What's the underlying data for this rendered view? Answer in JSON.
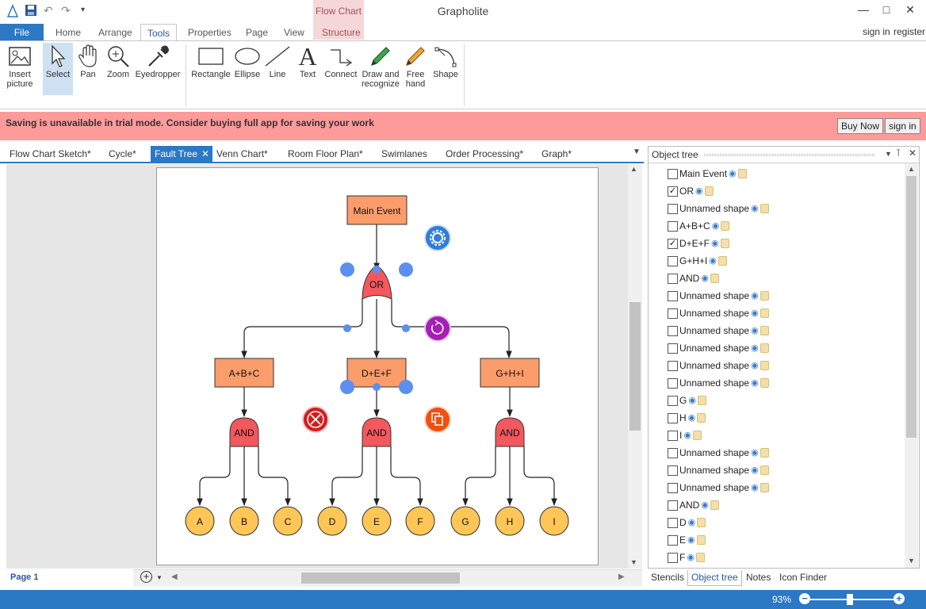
{
  "app": {
    "title": "Grapholite",
    "context_group": "Flow Chart"
  },
  "ribbon": {
    "file": "File",
    "tabs": [
      "Home",
      "Arrange",
      "Tools",
      "Properties",
      "Page",
      "View",
      "Structure"
    ],
    "active_tab": "Tools",
    "sign_in": "sign in",
    "register": "register",
    "tools": [
      {
        "label": "Insert\npicture",
        "icon": "picture-icon"
      },
      {
        "label": "Select",
        "icon": "arrow-cursor-icon",
        "selected": true
      },
      {
        "label": "Pan",
        "icon": "hand-icon"
      },
      {
        "label": "Zoom",
        "icon": "magnifier-icon"
      },
      {
        "label": "Eyedropper",
        "icon": "eyedropper-icon"
      },
      {
        "label": "Rectangle",
        "icon": "rectangle-icon"
      },
      {
        "label": "Ellipse",
        "icon": "ellipse-icon"
      },
      {
        "label": "Line",
        "icon": "line-icon"
      },
      {
        "label": "Text",
        "icon": "text-icon"
      },
      {
        "label": "Connect",
        "icon": "connector-icon"
      },
      {
        "label": "Draw and\nrecognize",
        "icon": "green-pen-icon"
      },
      {
        "label": "Free\nhand",
        "icon": "pencil-icon"
      },
      {
        "label": "Shape",
        "icon": "bezier-icon"
      }
    ]
  },
  "warning": {
    "text": "Saving is unavailable in trial mode. Consider buying full app for saving your work",
    "buy": "Buy Now",
    "sign_in": "sign in"
  },
  "doc_tabs": [
    "Flow Chart Sketch*",
    "Cycle*",
    "Fault Tree",
    "Venn Chart*",
    "Room Floor Plan*",
    "Swimlanes",
    "Order Processing*",
    "Graph*"
  ],
  "active_doc": "Fault Tree",
  "diagram": {
    "main_event": "Main Event",
    "or_gate": "OR",
    "groups": [
      "A+B+C",
      "D+E+F",
      "G+H+I"
    ],
    "and_gate": "AND",
    "leaves": [
      "A",
      "B",
      "C",
      "D",
      "E",
      "F",
      "G",
      "H",
      "I"
    ]
  },
  "page_tab": "Page 1",
  "object_tree": {
    "title": "Object tree",
    "items": [
      {
        "label": "Main Event",
        "checked": false
      },
      {
        "label": "OR",
        "checked": true
      },
      {
        "label": "Unnamed shape",
        "checked": false
      },
      {
        "label": "A+B+C",
        "checked": false
      },
      {
        "label": "D+E+F",
        "checked": true
      },
      {
        "label": "G+H+I",
        "checked": false
      },
      {
        "label": "AND",
        "checked": false
      },
      {
        "label": "Unnamed shape",
        "checked": false
      },
      {
        "label": "Unnamed shape",
        "checked": false
      },
      {
        "label": "Unnamed shape",
        "checked": false
      },
      {
        "label": "Unnamed shape",
        "checked": false
      },
      {
        "label": "Unnamed shape",
        "checked": false
      },
      {
        "label": "Unnamed shape",
        "checked": false
      },
      {
        "label": "G",
        "checked": false
      },
      {
        "label": "H",
        "checked": false
      },
      {
        "label": "I",
        "checked": false
      },
      {
        "label": "Unnamed shape",
        "checked": false
      },
      {
        "label": "Unnamed shape",
        "checked": false
      },
      {
        "label": "Unnamed shape",
        "checked": false
      },
      {
        "label": "AND",
        "checked": false
      },
      {
        "label": "D",
        "checked": false
      },
      {
        "label": "E",
        "checked": false
      },
      {
        "label": "F",
        "checked": false
      }
    ]
  },
  "panel_tabs": [
    "Stencils",
    "Object tree",
    "Notes",
    "Icon Finder"
  ],
  "active_panel_tab": "Object tree",
  "zoom": "93%",
  "colors": {
    "accent": "#2b78c5",
    "box": "#fb9c6b",
    "gate": "#f2585e",
    "leaf": "#fdc657",
    "warning": "#fd9a9a"
  }
}
